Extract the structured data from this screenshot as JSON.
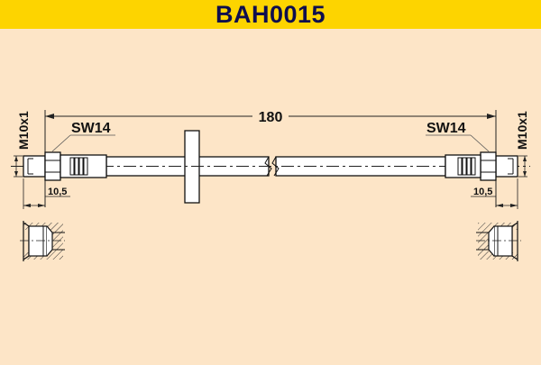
{
  "header": {
    "title": "BAH0015",
    "background": "#FDD400",
    "text_color": "#0E0E4E"
  },
  "drawing": {
    "background": "#FDE5C7",
    "overall_length": "180",
    "left_fitting": {
      "wrench_size": "SW14",
      "thread": "M10x1",
      "length": "10,5"
    },
    "right_fitting": {
      "wrench_size": "SW14",
      "thread": "M10x1",
      "length": "10,5"
    }
  }
}
